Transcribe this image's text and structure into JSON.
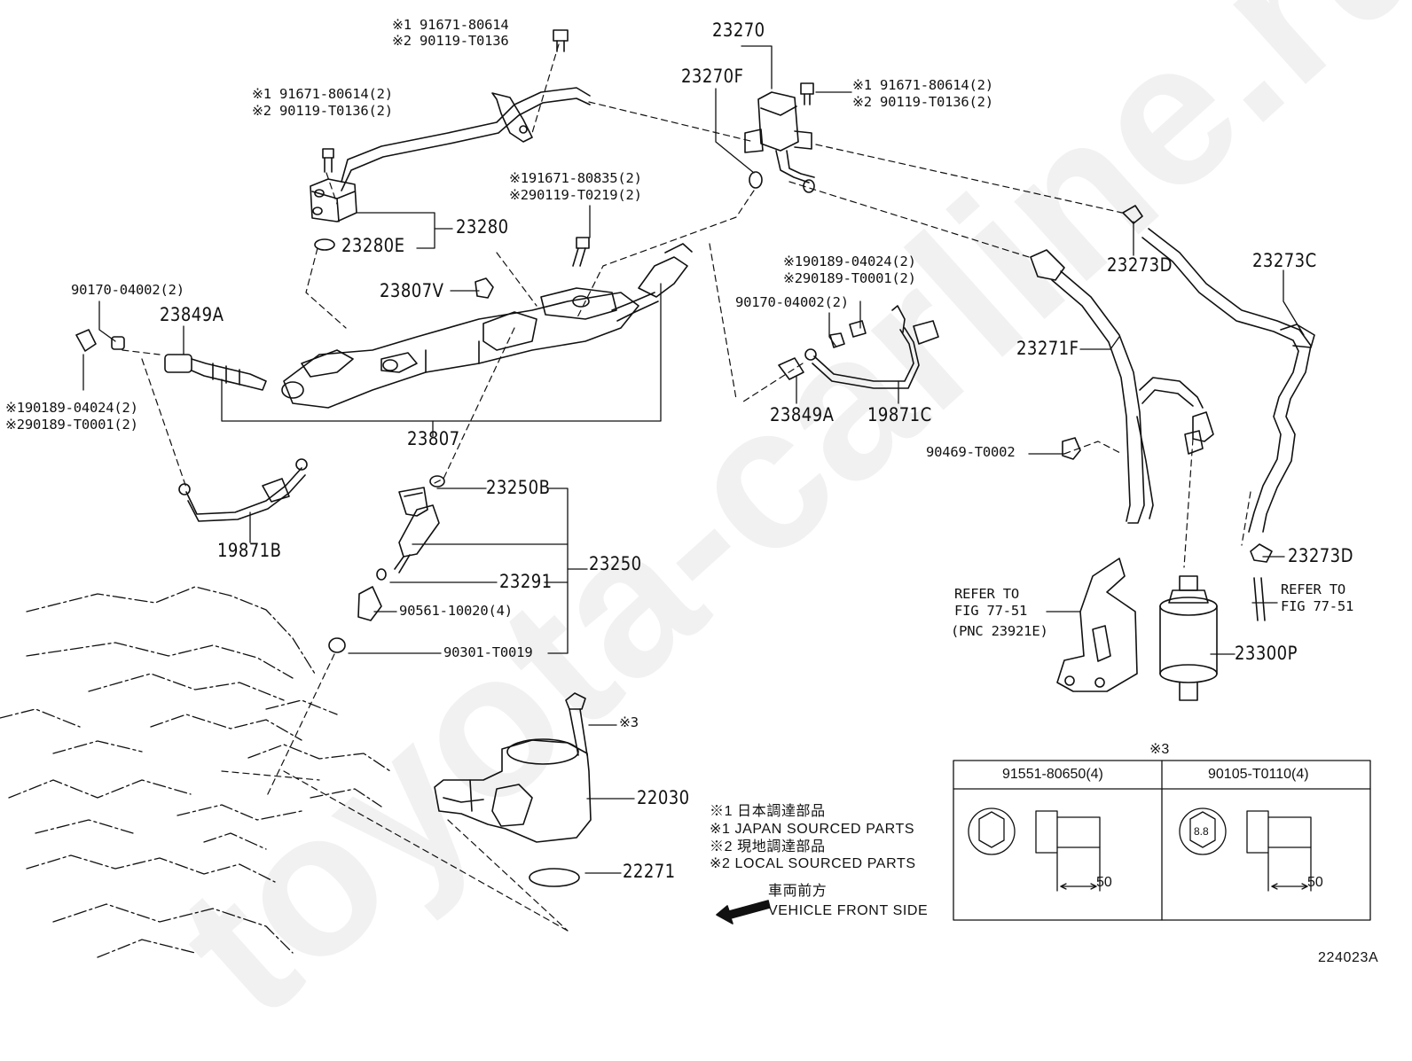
{
  "watermark": "toyota-carline.ru",
  "parts": {
    "p_23270": "23270",
    "p_23270F": "23270F",
    "p_23280": "23280",
    "p_23280E": "23280E",
    "p_23807V": "23807V",
    "p_23807": "23807",
    "p_23849A_left": "23849A",
    "p_23849A_right": "23849A",
    "p_19871B": "19871B",
    "p_19871C": "19871C",
    "p_23250B": "23250B",
    "p_23250": "23250",
    "p_23291": "23291",
    "p_22030": "22030",
    "p_22271": "22271",
    "p_23271F": "23271F",
    "p_23273D_top": "23273D",
    "p_23273D_bottom": "23273D",
    "p_23273C": "23273C",
    "p_23300P": "23300P"
  },
  "callouts": {
    "top_bolt_1": "※1 91671-80614",
    "top_bolt_2": "※2 90119-T0136",
    "left_bolt_1": "※1 91671-80614(2)",
    "left_bolt_2": "※2 90119-T0136(2)",
    "right_bolt_1": "※1 91671-80614(2)",
    "right_bolt_2": "※2 90119-T0136(2)",
    "mid_bolt_1": "※191671-80835(2)",
    "mid_bolt_2": "※290119-T0219(2)",
    "left_nut": "90170-04002(2)",
    "left_sensor_1": "※190189-04024(2)",
    "left_sensor_2": "※290189-T0001(2)",
    "right_sensor_1": "※190189-04024(2)",
    "right_sensor_2": "※290189-T0001(2)",
    "right_nut": "90170-04002(2)",
    "clip": "90469-T0002",
    "insulator": "90561-10020(4)",
    "oring": "90301-T0019",
    "throttle_bolt": "※3"
  },
  "refer_left": {
    "line1": "REFER TO",
    "line2": "FIG 77-51",
    "line3": "(PNC 23921E)"
  },
  "refer_right": {
    "line1": "REFER TO",
    "line2": "FIG 77-51"
  },
  "legend": {
    "l1": "※1  日本調達部品",
    "l2": "※1  JAPAN SOURCED PARTS",
    "l3": "※2  現地調達部品",
    "l4": "※2  LOCAL SOURCED PARTS"
  },
  "front": {
    "jp": "車両前方",
    "en": "VEHICLE FRONT SIDE"
  },
  "table": {
    "title": "※3",
    "col1": "91551-80650(4)",
    "col2": "90105-T0110(4)",
    "len1": "50",
    "len2": "50",
    "grade": "8.8"
  },
  "figure_id": "224023A"
}
